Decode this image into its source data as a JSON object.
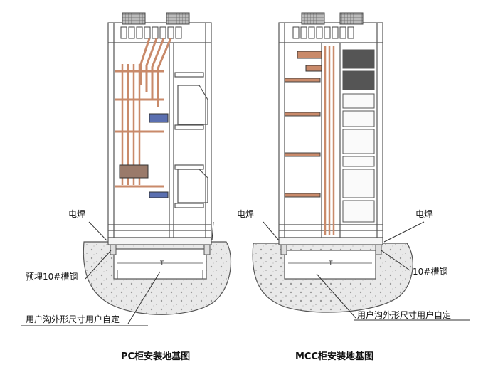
{
  "left_figure": {
    "caption": "PC柜安装地基图",
    "label_weld": "电焊",
    "label_channel": "预埋10#槽钢",
    "label_trench": "用户沟外形尺寸用户自定",
    "ground_mark": "T"
  },
  "right_figure": {
    "caption": "MCC柜安装地基图",
    "label_weld": "电焊",
    "label_channel": "10#槽钢",
    "label_trench": "用户沟外形尺寸用户自定",
    "ground_mark": "T"
  },
  "colors": {
    "line": "#555555",
    "bus_copper": "#c98a6a",
    "bus_blue": "#5a6fb0",
    "concrete": "#e6e6e6",
    "fan": "#8a8a8a"
  }
}
